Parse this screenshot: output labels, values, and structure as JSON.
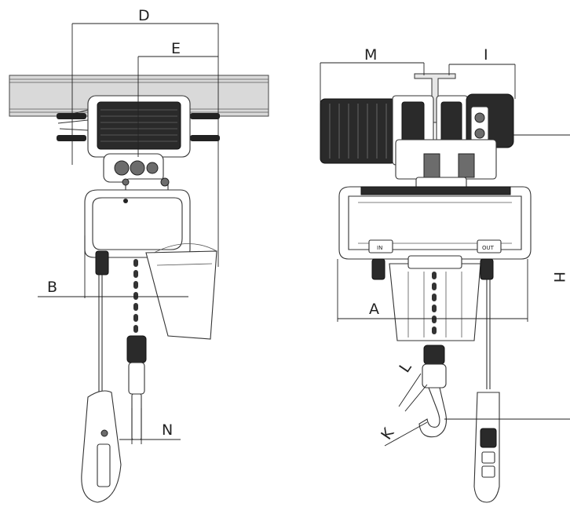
{
  "dimension_labels": {
    "D": "D",
    "E": "E",
    "B": "B",
    "N": "N",
    "M": "M",
    "I": "I",
    "A": "A",
    "H": "H",
    "L": "L",
    "K": "K"
  },
  "pendant_markings": {
    "in": "IN",
    "out": "OUT"
  }
}
